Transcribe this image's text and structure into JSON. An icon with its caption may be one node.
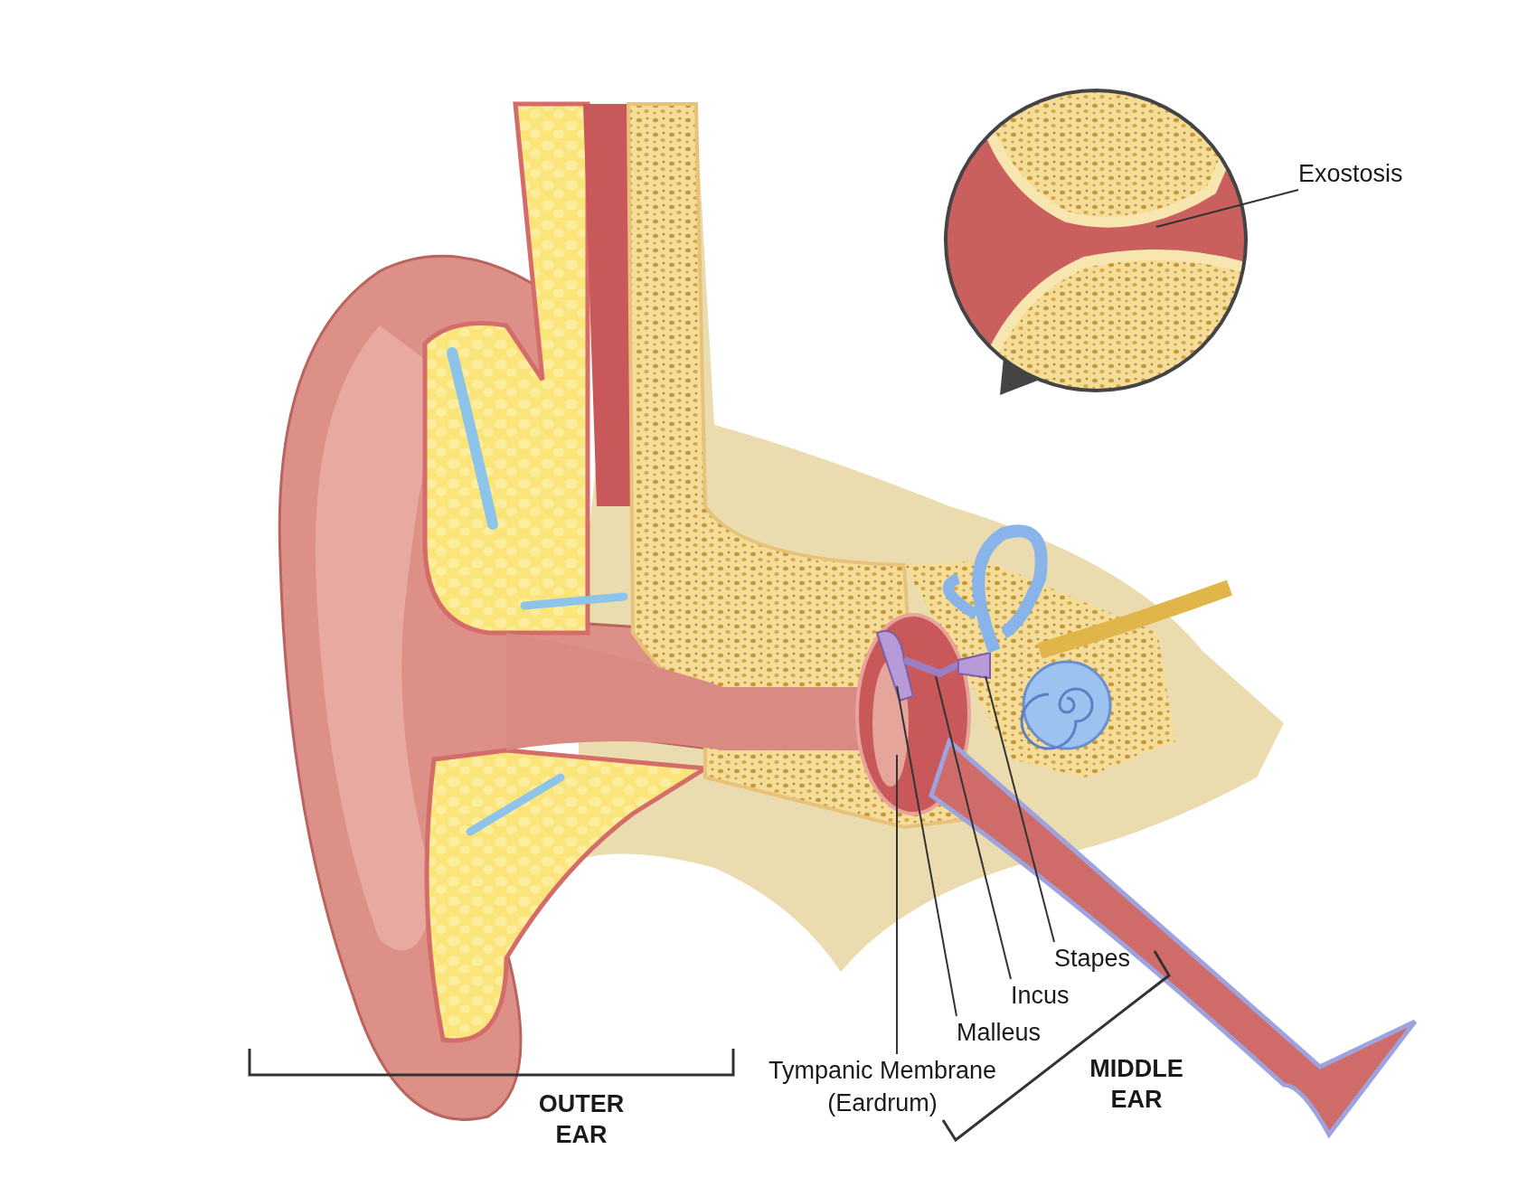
{
  "diagram": {
    "nodes": [
      {
        "text": [
          "Exostosis"
        ]
      },
      {
        "text": [
          "Stapes"
        ]
      },
      {
        "text": [
          "Incus"
        ]
      },
      {
        "text": [
          "Malleus"
        ]
      },
      {
        "text": [
          "Tympanic Membrane (Eardrum)"
        ]
      }
    ],
    "edges": [
      {
        "from": 0,
        "to": null,
        "arrow": "none"
      },
      {
        "from": 1,
        "to": null,
        "arrow": "none"
      },
      {
        "from": 2,
        "to": null,
        "arrow": "none"
      },
      {
        "from": 3,
        "to": null,
        "arrow": "none"
      },
      {
        "from": 4,
        "to": null,
        "arrow": "none"
      }
    ],
    "labels": [
      "OUTER EAR",
      "MIDDLE EAR"
    ]
  }
}
